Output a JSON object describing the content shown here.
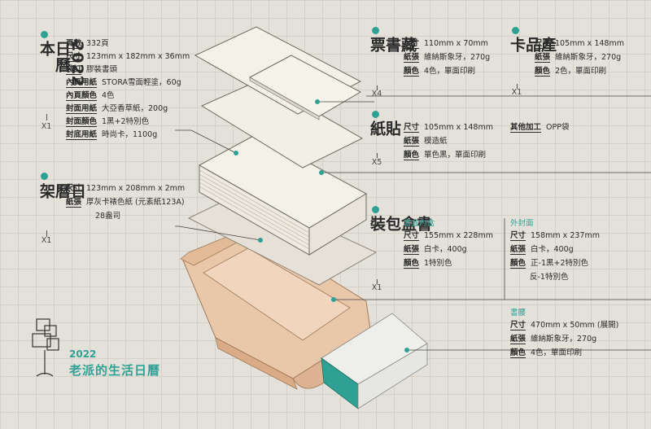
{
  "calendar": {
    "title": "2022日曆本",
    "qty": "X1",
    "specs": [
      {
        "k": "頁數",
        "v": "332頁"
      },
      {
        "k": "尺寸",
        "v": "123mm x 182mm x 36mm"
      },
      {
        "k": "裝訂",
        "v": "膠裝書頭"
      },
      {
        "k": "內頁用紙",
        "v": "STORA雪面輕塗，60g"
      },
      {
        "k": "內頁顏色",
        "v": "4色"
      },
      {
        "k": "封面用紙",
        "v": "大亞香草紙，200g"
      },
      {
        "k": "封面顏色",
        "v": "1黑+2特別色"
      },
      {
        "k": "封底用紙",
        "v": "時尚卡，1100g"
      }
    ]
  },
  "stand": {
    "title": "日曆架",
    "qty": "X1",
    "specs": [
      {
        "k": "尺寸",
        "v": "123mm x 208mm x 2mm"
      },
      {
        "k": "紙張",
        "v": "厚灰卡裱色紙 (元素紙123A)"
      },
      {
        "k": "",
        "v": "28盎司"
      }
    ]
  },
  "bookplate": {
    "title": "藏書票",
    "qty": "X4",
    "specs": [
      {
        "k": "尺寸",
        "v": "110mm x 70mm"
      },
      {
        "k": "紙張",
        "v": "維納斯象牙，270g"
      },
      {
        "k": "顏色",
        "v": "4色，單面印刷"
      }
    ]
  },
  "card": {
    "title": "產品卡",
    "qty": "X1",
    "specs": [
      {
        "k": "尺寸",
        "v": "105mm x 148mm"
      },
      {
        "k": "紙張",
        "v": "維納斯象牙，270g"
      },
      {
        "k": "顏色",
        "v": "2色，單面印刷"
      }
    ]
  },
  "sticker": {
    "title": "貼紙",
    "qty": "X5",
    "specs": [
      {
        "k": "尺寸",
        "v": "105mm x 148mm"
      },
      {
        "k": "紙張",
        "v": "模造紙"
      },
      {
        "k": "顏色",
        "v": "單色黑，單面印刷"
      }
    ],
    "other": {
      "k": "其他加工",
      "v": "OPP袋"
    }
  },
  "box": {
    "title": "書盒包裝",
    "qty": "X1",
    "inner": {
      "label": "書盒內盒",
      "specs": [
        {
          "k": "尺寸",
          "v": "155mm x 228mm"
        },
        {
          "k": "紙張",
          "v": "白卡，400g"
        },
        {
          "k": "顏色",
          "v": "1特別色"
        }
      ]
    },
    "outer": {
      "label": "外封面",
      "specs": [
        {
          "k": "尺寸",
          "v": "158mm x 237mm"
        },
        {
          "k": "紙張",
          "v": "白卡，400g"
        },
        {
          "k": "顏色",
          "v": "正-1黑+2特別色"
        },
        {
          "k": "",
          "v": "反-1特別色"
        }
      ]
    },
    "belly": {
      "label": "書腰",
      "specs": [
        {
          "k": "尺寸",
          "v": "470mm x 50mm (展開)"
        },
        {
          "k": "紙張",
          "v": "維納斯象牙，270g"
        },
        {
          "k": "顏色",
          "v": "4色，單面印刷"
        }
      ]
    }
  },
  "brand": {
    "year": "2022",
    "name": "老派的生活日曆"
  },
  "colors": {
    "accent": "#2fa194",
    "background": "#e4e1da",
    "grid": "#d5d1c9",
    "kraft": "#e9c7a9"
  }
}
